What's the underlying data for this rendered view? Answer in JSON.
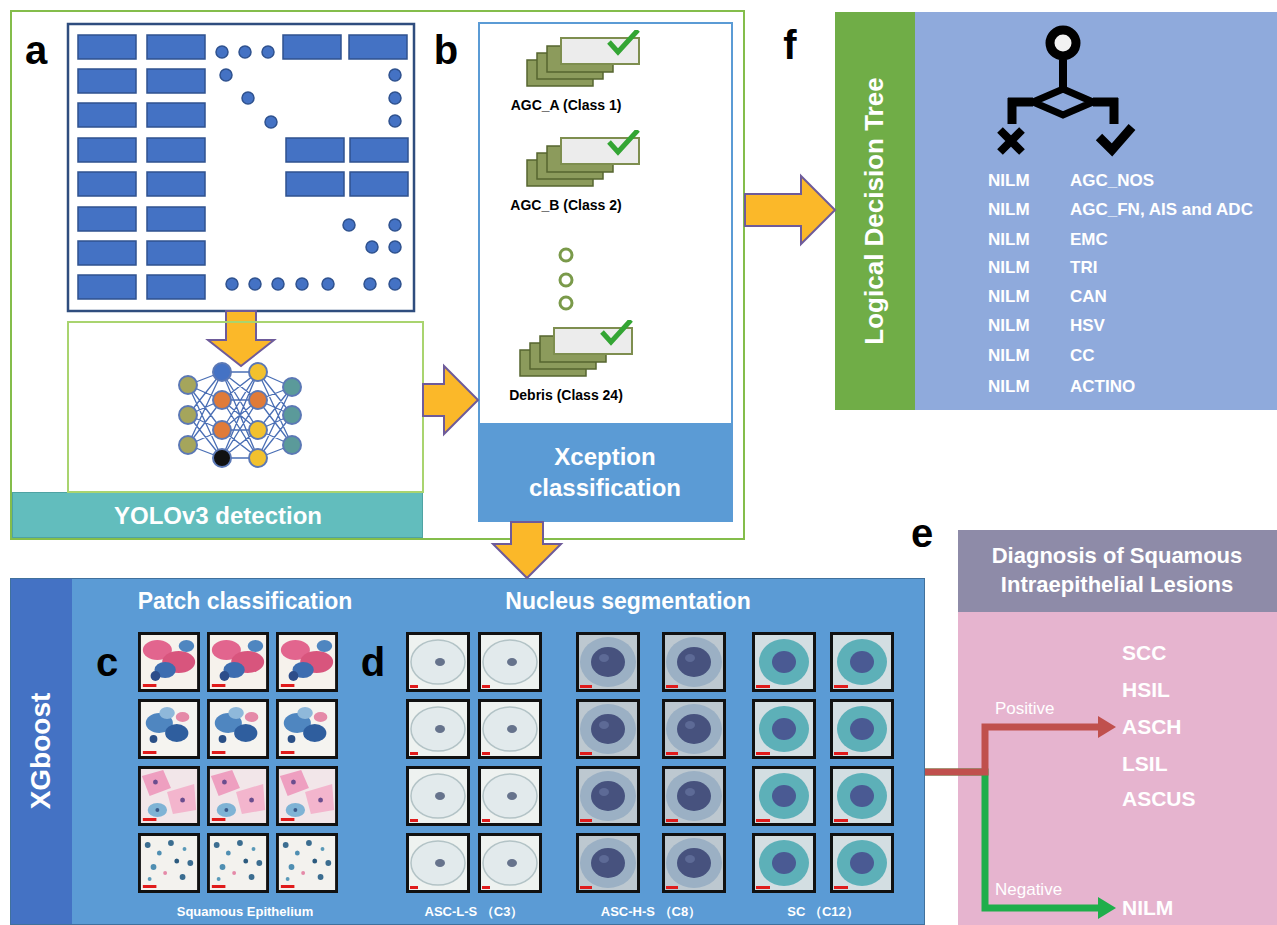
{
  "diagram": {
    "nodes": [
      {
        "text": [
          "a"
        ]
      },
      {
        "text": [
          "YOLOv3 detection"
        ],
        "in": 0
      },
      {
        "text": [
          "b",
          "AGC_A (Class 1)",
          "AGC_B (Class 2)",
          "Debris (Class 24)"
        ],
        "in": 0
      },
      {
        "text": [
          "Xception classification"
        ],
        "in": 2
      },
      {
        "text": [
          "Logical Decision Tree",
          "NILM",
          "AGC_NOS",
          "NILM",
          "AGC_FN, AIS and ADC",
          "NILM",
          "EMC",
          "NILM",
          "TRI",
          "NILM",
          "CAN",
          "NILM",
          "HSV",
          "NILM",
          "CC",
          "NILM",
          "ACTINO"
        ]
      },
      {
        "text": [
          "XGboost",
          "Patch classification",
          "c",
          "Squamous Epithelium",
          "Nucleus segmentation",
          "d",
          "ASC-L-S （C3）",
          "ASC-H-S （C8）",
          "SC （C12）"
        ]
      },
      {
        "text": [
          "Diagnosis of Squamous Intraepithelial Lesions"
        ]
      },
      {
        "text": [
          "SCC",
          "HSIL",
          "ASCH",
          "LSIL",
          "ASCUS"
        ],
        "in": 6
      },
      {
        "text": [
          "NILM"
        ],
        "in": 6
      }
    ],
    "edges": [
      {
        "from": 1,
        "to": 2,
        "arrow": "to"
      },
      {
        "from": 0,
        "to": 4,
        "arrow": "to"
      },
      {
        "from": 2,
        "to": 5,
        "arrow": "to"
      },
      {
        "from": 5,
        "to": 7,
        "label": "Positive",
        "arrow": "to"
      },
      {
        "from": 5,
        "to": 8,
        "label": "Negative",
        "arrow": "to"
      }
    ],
    "labels": [
      "e",
      "f"
    ]
  }
}
